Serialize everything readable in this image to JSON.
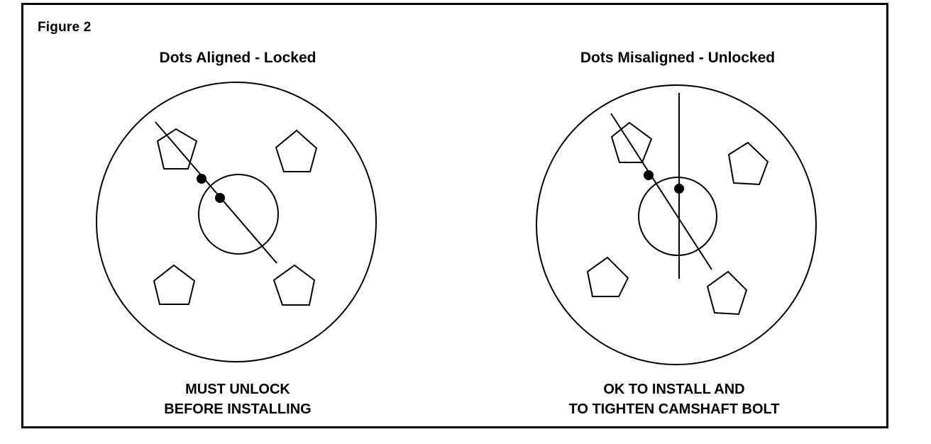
{
  "figure_label": "Figure 2",
  "left_panel": {
    "title": "Dots Aligned - Locked",
    "caption_line1": "MUST UNLOCK",
    "caption_line2": "BEFORE INSTALLING"
  },
  "right_panel": {
    "title": "Dots Misaligned - Unlocked",
    "caption_line1": "OK TO INSTALL AND",
    "caption_line2": "TO TIGHTEN CAMSHAFT BOLT"
  },
  "colors": {
    "ink": "#000000",
    "background": "#ffffff"
  }
}
